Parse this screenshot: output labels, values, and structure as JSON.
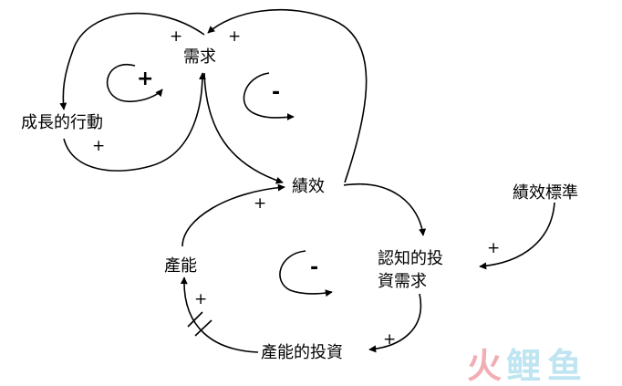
{
  "nodes": {
    "demand": "需求",
    "growth_action": "成長的行動",
    "performance": "績效",
    "performance_standard": "績效標準",
    "perceived_investment_need_line1": "認知的投",
    "perceived_investment_need_line2": "資需求",
    "capacity": "產能",
    "capacity_investment": "產能的投資"
  },
  "link_signs": {
    "demand_to_growth": "+",
    "growth_to_demand": "+",
    "performance_to_demand": "+",
    "capacity_to_performance": "+",
    "standard_to_perceived": "+",
    "perceived_to_investment": "+",
    "investment_to_capacity": "+"
  },
  "loop_signs": {
    "reinforcing_loop": "+",
    "balancing_loop_top": "-",
    "balancing_loop_bottom": "-"
  },
  "watermark": {
    "char1": "火",
    "char2": "鲤",
    "char3": "鱼"
  }
}
